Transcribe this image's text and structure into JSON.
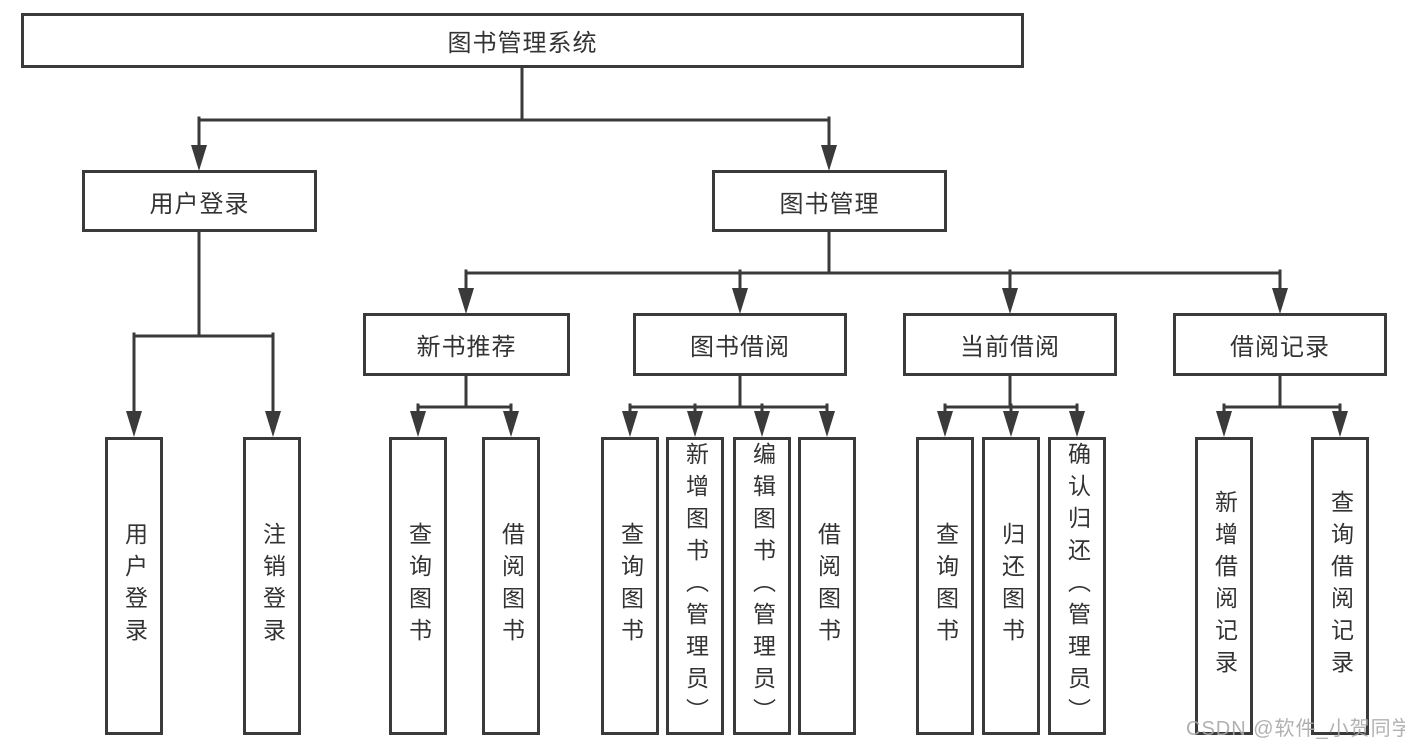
{
  "tree": {
    "label": "图书管理系统",
    "children": [
      {
        "label": "用户登录",
        "children": [
          {
            "label": "用户登录"
          },
          {
            "label": "注销登录"
          }
        ]
      },
      {
        "label": "图书管理",
        "children": [
          {
            "label": "新书推荐",
            "children": [
              {
                "label": "查询图书"
              },
              {
                "label": "借阅图书"
              }
            ]
          },
          {
            "label": "图书借阅",
            "children": [
              {
                "label": "查询图书"
              },
              {
                "label": "新增图书（管理员）"
              },
              {
                "label": "编辑图书（管理员）"
              },
              {
                "label": "借阅图书"
              }
            ]
          },
          {
            "label": "当前借阅",
            "children": [
              {
                "label": "查询图书"
              },
              {
                "label": "归还图书"
              },
              {
                "label": "确认归还（管理员）"
              }
            ]
          },
          {
            "label": "借阅记录",
            "children": [
              {
                "label": "新增借阅记录"
              },
              {
                "label": "查询借阅记录"
              }
            ]
          }
        ]
      }
    ]
  },
  "watermark": {
    "text": "CSDN @软件_小贺同学"
  },
  "colors": {
    "line": "#3a3a3a",
    "box_border": "#3a3a3a",
    "text": "#333333",
    "background": "#ffffff",
    "watermark": "#a8a8a8"
  }
}
